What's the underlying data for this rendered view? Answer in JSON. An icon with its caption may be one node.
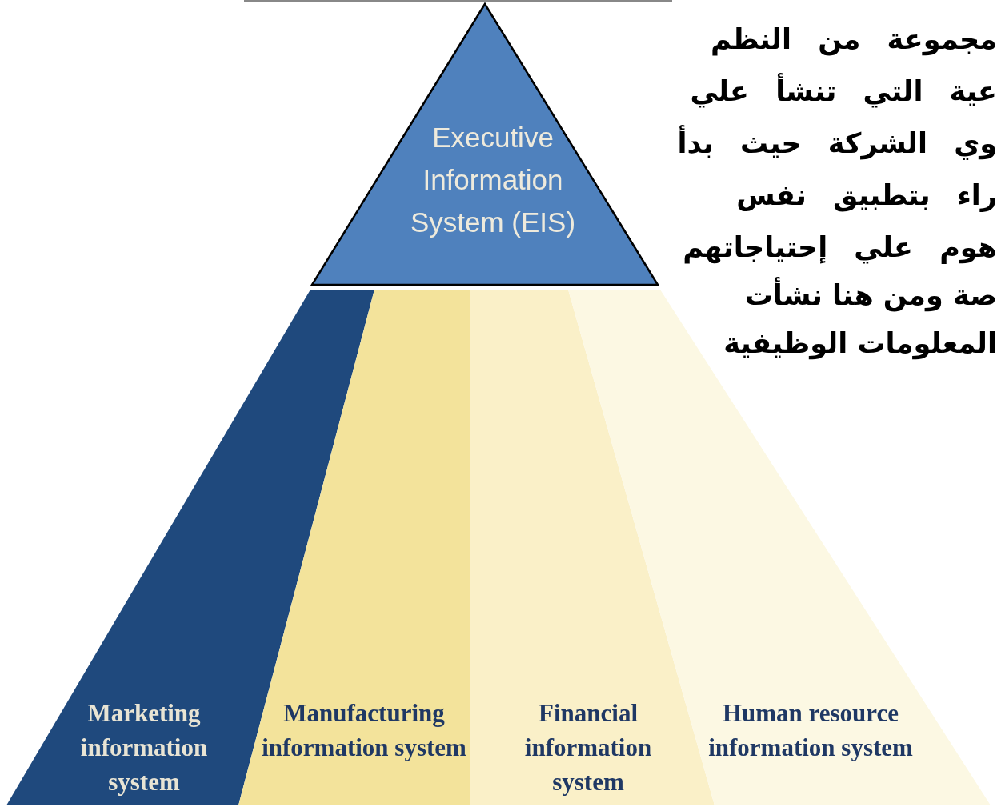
{
  "diagram": {
    "nodes": [
      {
        "text": [
          "Executive Information System (EIS)"
        ]
      },
      {
        "text": [
          "Marketing information system"
        ]
      },
      {
        "text": [
          "Manufacturing information system"
        ]
      },
      {
        "text": [
          "Financial information system"
        ]
      },
      {
        "text": [
          "Human resource information system"
        ]
      }
    ],
    "labels": [
      "مجموعة من النظم",
      "عية التي تنشأ علي",
      "وي الشركة حيث بدأ",
      "راء بتطبيق نفس",
      "هوم علي إحتياجاتهم",
      "صة ومن هنا نشأت",
      "المعلومات الوظيفية"
    ]
  }
}
